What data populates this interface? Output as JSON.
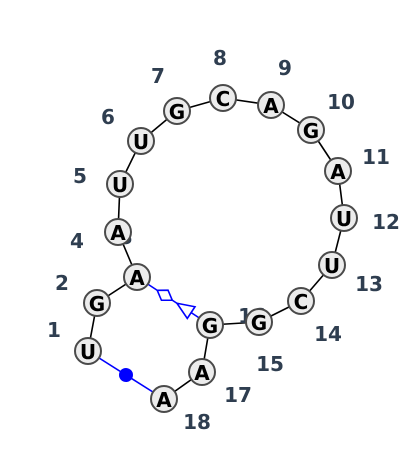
{
  "bases": [
    {
      "n": "1",
      "base": "U"
    },
    {
      "n": "2",
      "base": "G"
    },
    {
      "n": "3",
      "base": "A"
    },
    {
      "n": "4",
      "base": "A"
    },
    {
      "n": "5",
      "base": "U"
    },
    {
      "n": "6",
      "base": "U"
    },
    {
      "n": "7",
      "base": "G"
    },
    {
      "n": "8",
      "base": "C"
    },
    {
      "n": "9",
      "base": "A"
    },
    {
      "n": "10",
      "base": "G"
    },
    {
      "n": "11",
      "base": "A"
    },
    {
      "n": "12",
      "base": "U"
    },
    {
      "n": "13",
      "base": "U"
    },
    {
      "n": "14",
      "base": "C"
    },
    {
      "n": "15",
      "base": "G"
    },
    {
      "n": "16",
      "base": "G"
    },
    {
      "n": "17",
      "base": "A"
    },
    {
      "n": "18",
      "base": "A"
    }
  ],
  "interactions": [
    {
      "from": "1",
      "to": "18",
      "type": "canonical",
      "color": "#0000ff"
    },
    {
      "from": "3",
      "to": "16",
      "type": "non-canonical",
      "color": "#0000ff"
    }
  ],
  "colors": {
    "node_fill": "#ececec",
    "backbone": "#000000",
    "interaction": "#0000ff",
    "number_text": "#2f3e50"
  }
}
